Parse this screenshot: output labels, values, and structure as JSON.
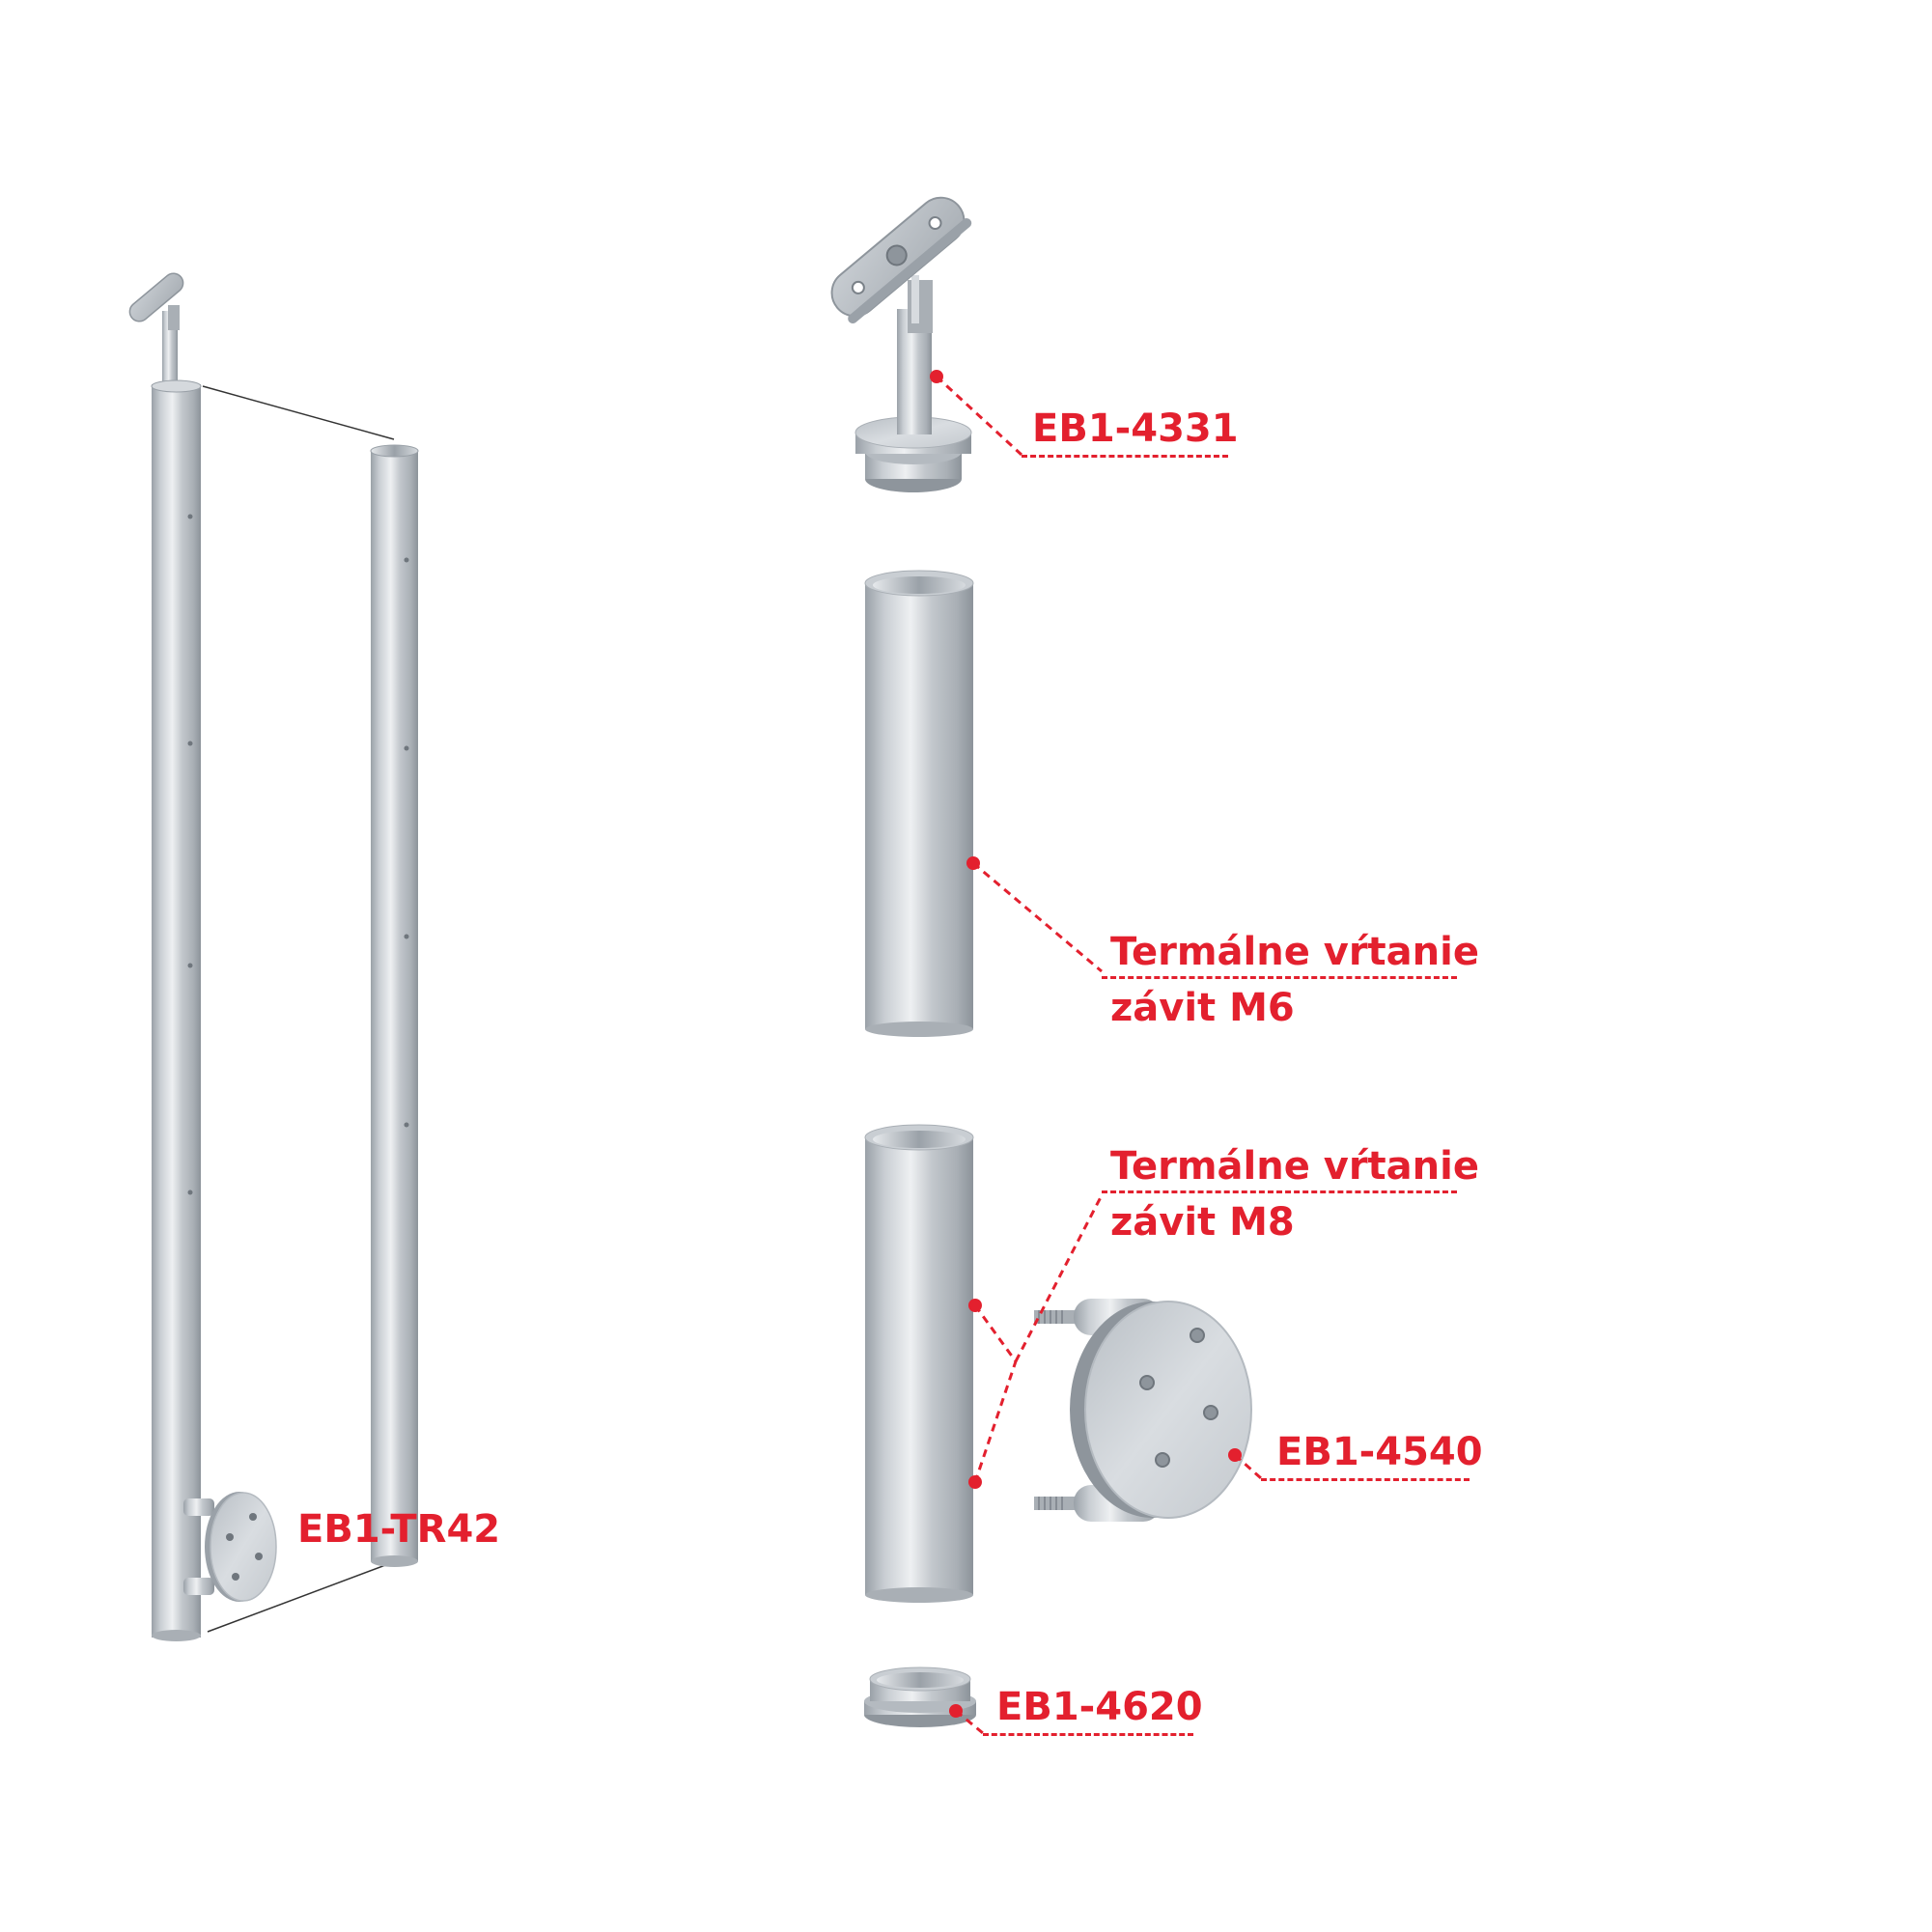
{
  "labels": {
    "post": "EB1-TR42",
    "holder": "EB1-4331",
    "drill_m6_line1": "Termálne vŕtanie",
    "drill_m6_line2": "závit M6",
    "drill_m8_line1": "Termálne vŕtanie",
    "drill_m8_line2": "závit M8",
    "flange": "EB1-4540",
    "cap": "EB1-4620"
  },
  "colors": {
    "accent": "#e3202e",
    "steel_light": "#e6e9ec",
    "steel_mid": "#b4bac0",
    "steel_dark": "#8e959c"
  }
}
